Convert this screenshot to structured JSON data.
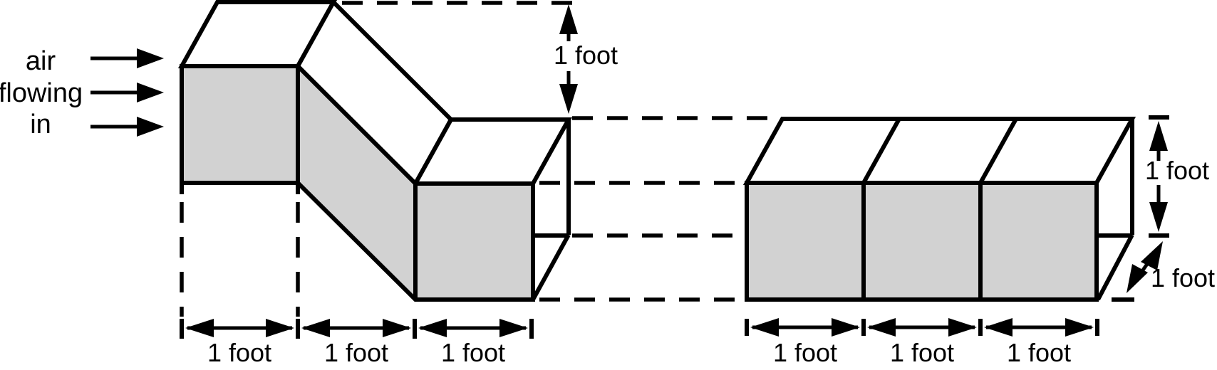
{
  "colors": {
    "background": "#ffffff",
    "line": "#000000",
    "duct_fill": "#d2d2d2"
  },
  "flow_annotation": {
    "line1": "air",
    "line2": "flowing",
    "line3": "in"
  },
  "stepped_duct": {
    "drop_height_label": "1 foot",
    "width_labels": [
      "1 foot",
      "1 foot",
      "1 foot"
    ]
  },
  "straight_duct": {
    "height_label": "1 foot",
    "depth_label": "1 foot",
    "width_labels": [
      "1 foot",
      "1 foot",
      "1 foot"
    ]
  }
}
